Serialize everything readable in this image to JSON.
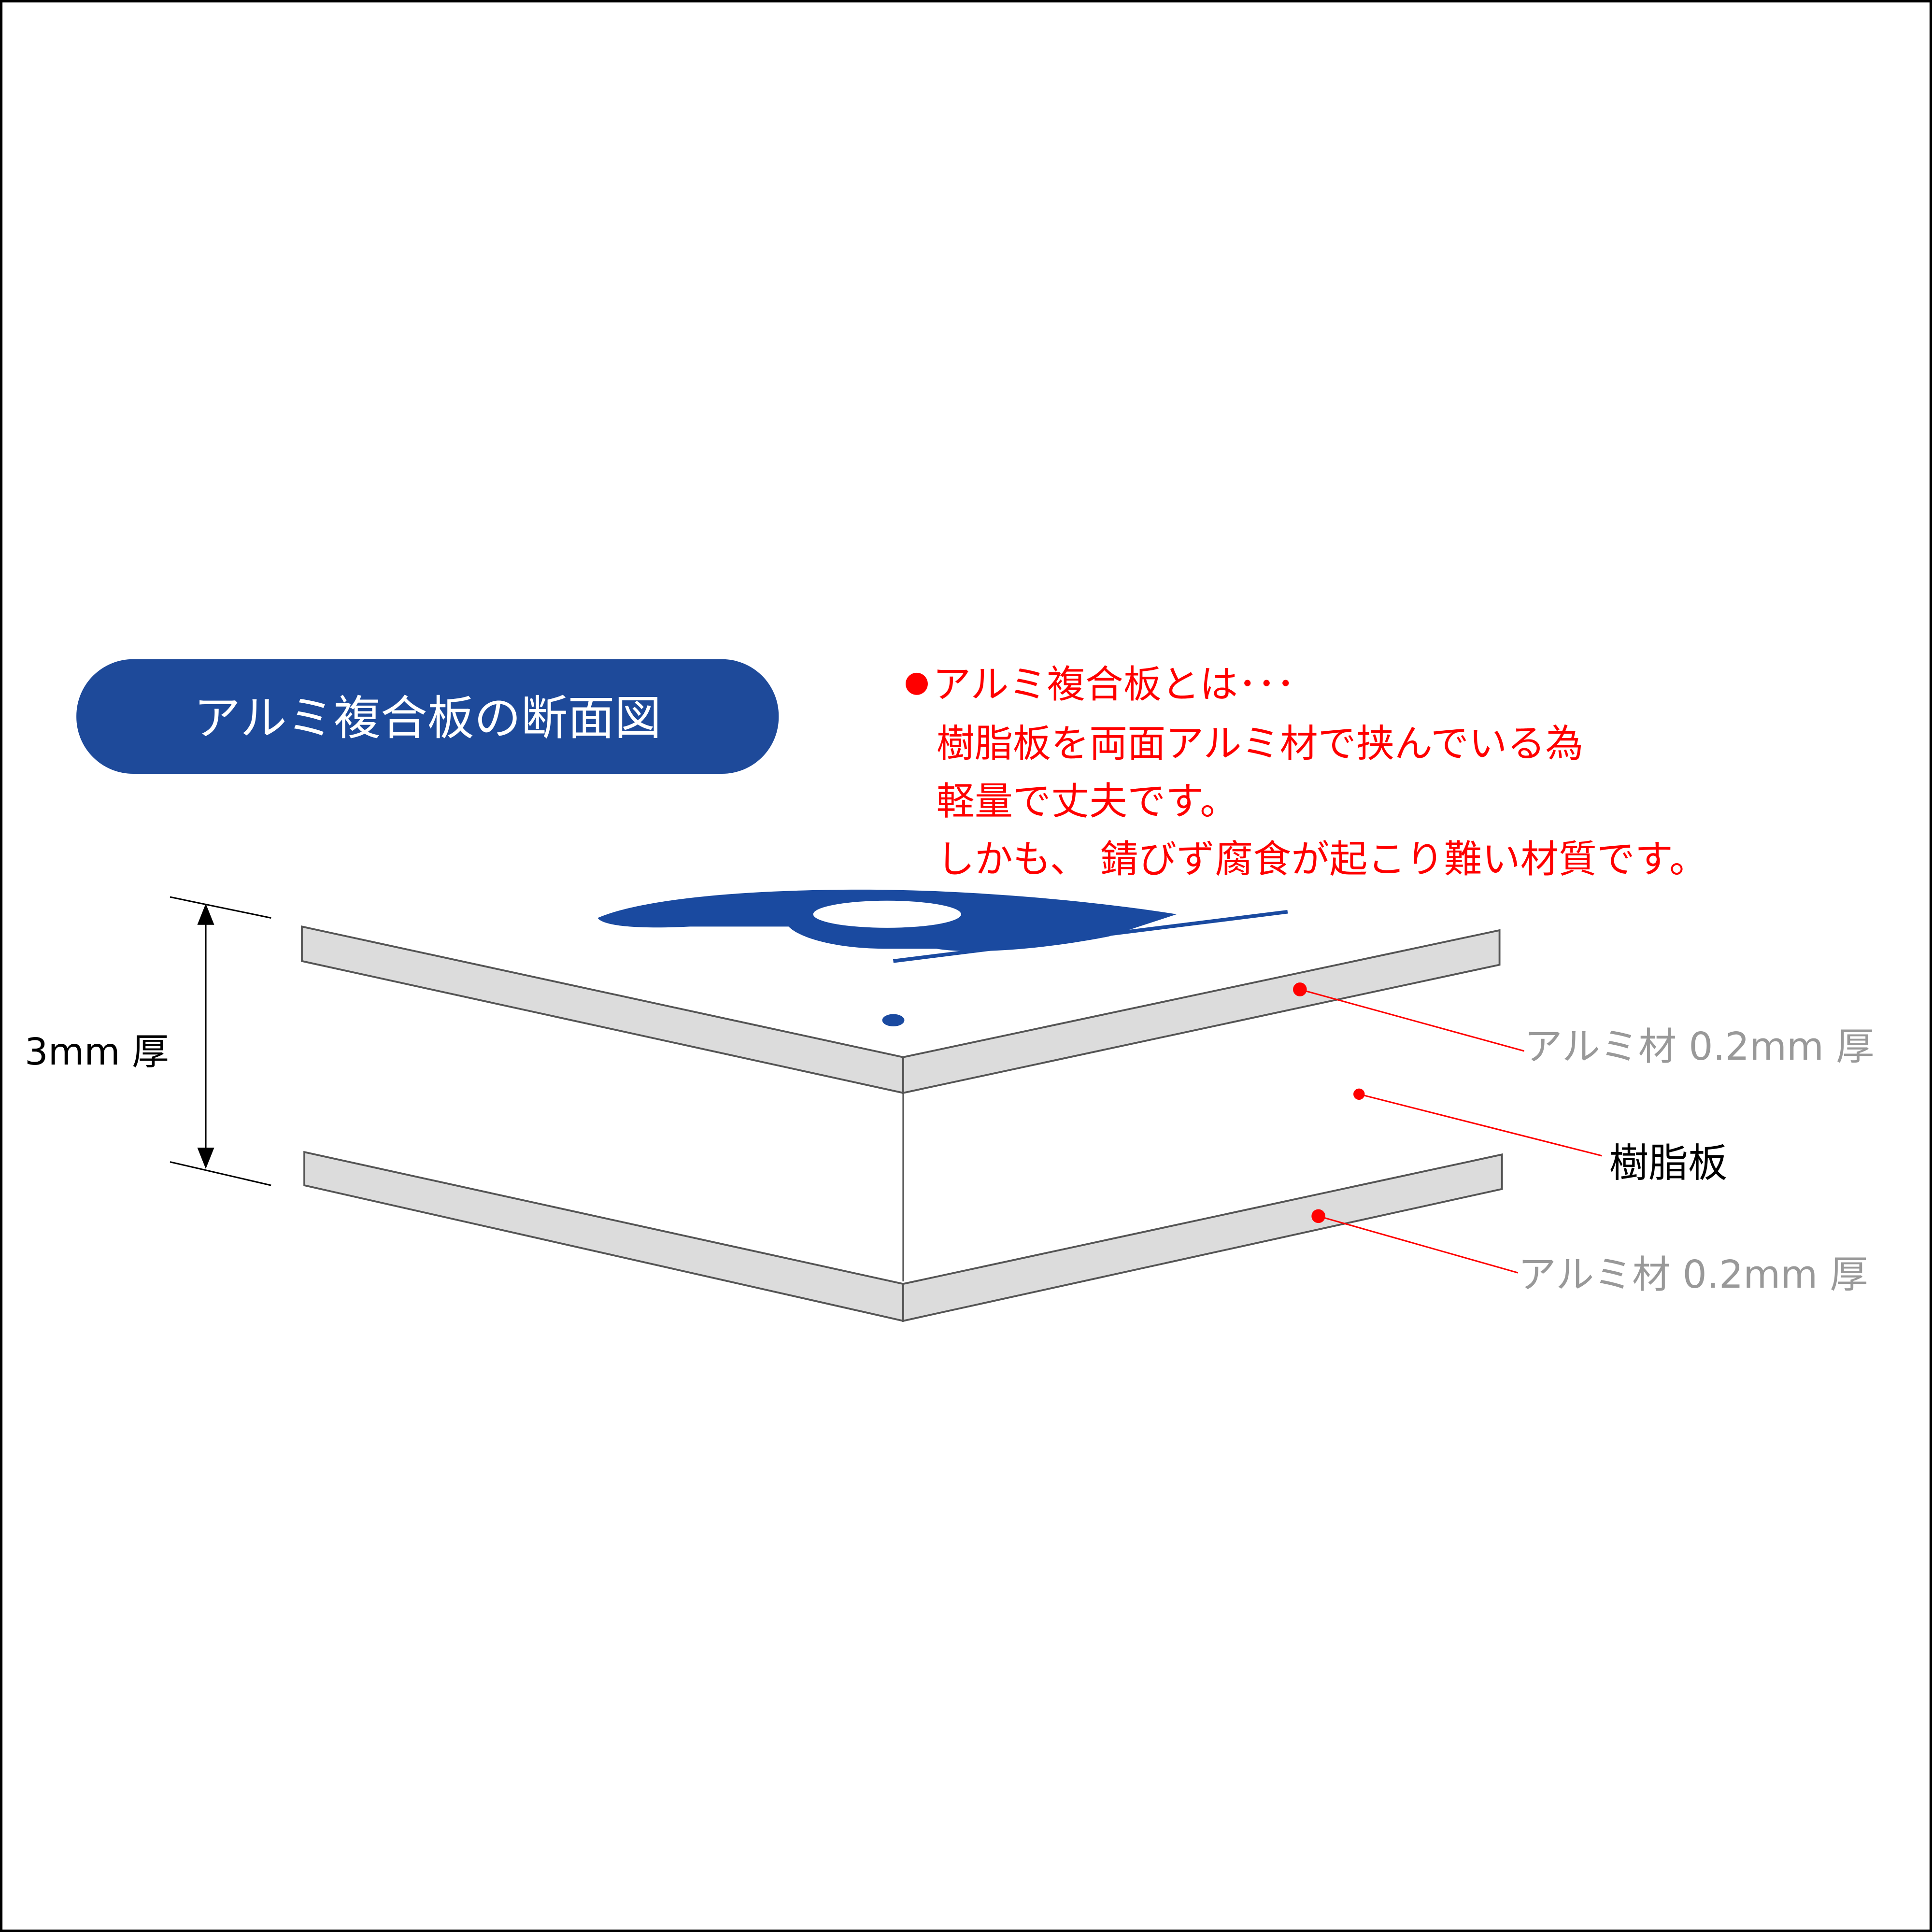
{
  "title": "アルミ複合板の断面図",
  "description": {
    "bullet_color": "#ff0000",
    "lines": [
      "アルミ複合板とは･･･",
      "樹脂板を両面アルミ材で挟んでいる為",
      "軽量で丈夫です。",
      "しかも、 錆びず腐食が起こり難い材質です。"
    ]
  },
  "dimension": {
    "label": "3mm 厚"
  },
  "layers": [
    {
      "label": "アルミ材 0.2mm 厚",
      "color": "#999999"
    },
    {
      "label": "樹脂板",
      "color": "#000000"
    },
    {
      "label": "アルミ材 0.2mm 厚",
      "color": "#999999"
    }
  ],
  "colors": {
    "title_bg": "#1e4a9a",
    "text_red": "#ff0000",
    "sheet_edge": "#dcdcdc",
    "logo_blue": "#1a4aa0"
  }
}
